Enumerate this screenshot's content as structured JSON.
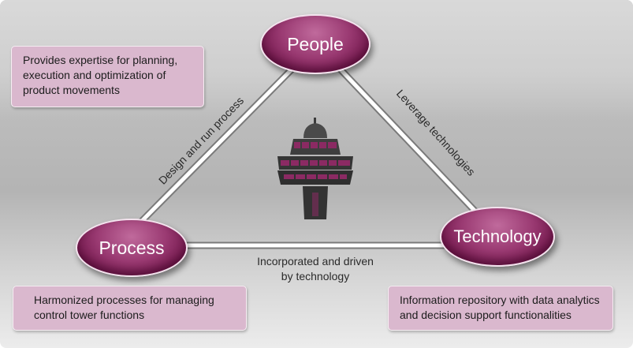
{
  "nodes": {
    "people": "People",
    "process": "Process",
    "technology": "Technology"
  },
  "descriptions": {
    "people": "Provides expertise for planning, execution and optimization of product movements",
    "process": "Harmonized processes for managing control tower functions",
    "technology": "Information repository with data analytics and decision support functionalities"
  },
  "edges": {
    "people_process": "Design and run process",
    "people_technology": "Leverage technologies",
    "process_technology_line1": "Incorporated and driven",
    "process_technology_line2": "by technology"
  },
  "colors": {
    "node_fill": "#8b2a63",
    "description_fill": "#dab8ce",
    "connector": "#ffffff",
    "tower": "#3b3b3b",
    "tower_windows": "#8b2a63"
  },
  "icons": {
    "center": "control-tower-icon"
  }
}
